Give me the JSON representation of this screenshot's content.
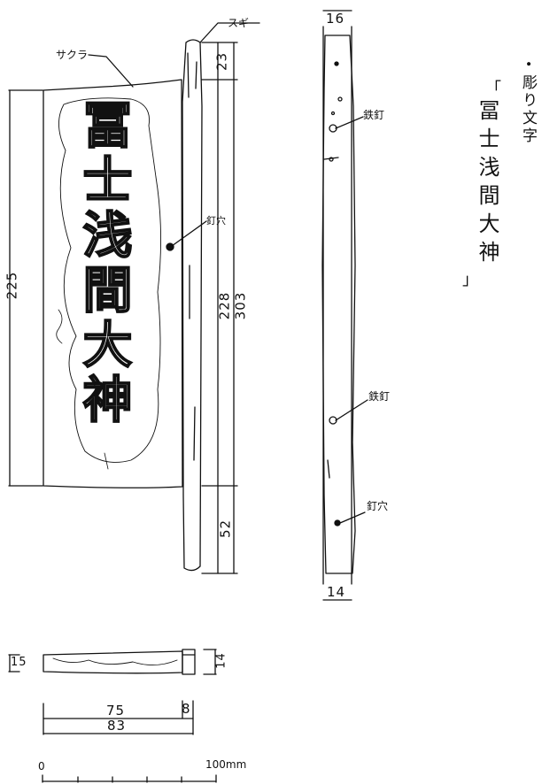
{
  "materials": {
    "cedar_label": "スギ",
    "cherry_label": "サクラ"
  },
  "front_view": {
    "carved_inscription": "冨士浅間大神",
    "nail_hole_label": "釘穴",
    "dim_panel_height": "225",
    "dim_top": "23",
    "dim_middle": "228",
    "dim_total": "303",
    "dim_bottom": "52"
  },
  "side_view": {
    "dim_top_width": "16",
    "dim_bottom_width": "14",
    "iron_nail_upper_label": "鉄釘",
    "iron_nail_lower_label": "鉄釘",
    "nail_hole_label": "釘穴"
  },
  "carving_note": {
    "bullet": "•",
    "title": "彫り文字",
    "open_bracket": "「",
    "text": "冨士浅間大神",
    "close_bracket": "」"
  },
  "plan_view": {
    "dim_left_thickness": "15",
    "dim_right_thickness": "14",
    "dim_panel_width": "75",
    "dim_post_width": "8",
    "dim_total_width": "83"
  },
  "scale_bar": {
    "start_label": "0",
    "end_label": "100mm"
  }
}
